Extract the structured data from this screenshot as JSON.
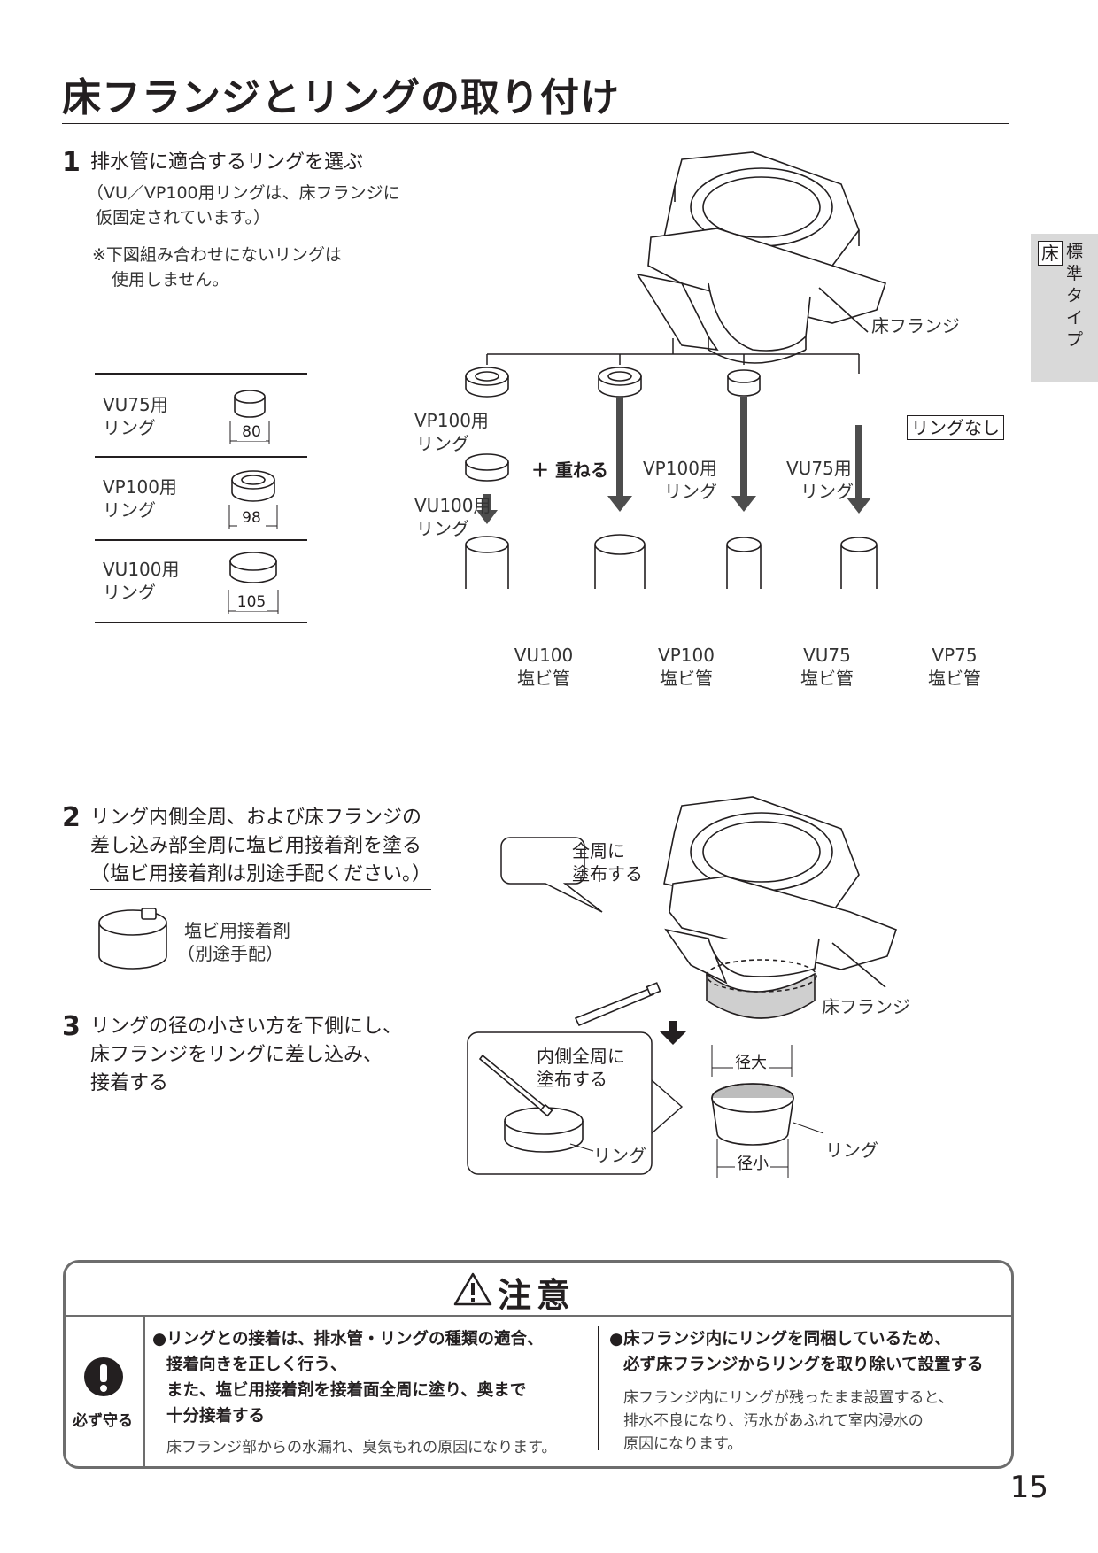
{
  "title": "床フランジとリングの取り付け",
  "side_tab": {
    "box": "床",
    "text": "標準タイプ"
  },
  "step1": {
    "num": "1",
    "heading": "排水管に適合するリングを選ぶ",
    "note1": "（VU／VP100用リングは、床フランジに",
    "note2": "仮固定されています。）",
    "note3": "※下図組み合わせにないリングは",
    "note4": "使用しません。"
  },
  "ring_table": [
    {
      "name1": "VU75用",
      "name2": "リング",
      "size": "80"
    },
    {
      "name1": "VP100用",
      "name2": "リング",
      "size": "98"
    },
    {
      "name1": "VU100用",
      "name2": "リング",
      "size": "105"
    }
  ],
  "diagram1": {
    "flange_label": "床フランジ",
    "col1_ring_a1": "VP100用",
    "col1_ring_a2": "リング",
    "col1_plus": "＋ 重ねる",
    "col1_ring_b1": "VU100用",
    "col1_ring_b2": "リング",
    "col2_ring1": "VP100用",
    "col2_ring2": "リング",
    "col3_ring1": "VU75用",
    "col3_ring2": "リング",
    "col4_ring": "リングなし",
    "pipes": [
      {
        "name": "VU100",
        "type": "塩ビ管"
      },
      {
        "name": "VP100",
        "type": "塩ビ管"
      },
      {
        "name": "VU75",
        "type": "塩ビ管"
      },
      {
        "name": "VP75",
        "type": "塩ビ管"
      }
    ]
  },
  "step2": {
    "num": "2",
    "line1": "リング内側全周、および床フランジの",
    "line2": "差し込み部全周に塩ビ用接着剤を塗る",
    "line3": "（塩ビ用接着剤は別途手配ください。）",
    "adhesive1": "塩ビ用接着剤",
    "adhesive2": "（別途手配）"
  },
  "step3": {
    "num": "3",
    "line1": "リングの径の小さい方を下側にし、",
    "line2": "床フランジをリングに差し込み、",
    "line3": "接着する"
  },
  "diagram2": {
    "callout_a1": "全周に",
    "callout_a2": "塗布する",
    "flange_label": "床フランジ",
    "callout_b1": "内側全周に",
    "callout_b2": "塗布する",
    "ring_label_a": "リング",
    "ring_label_b": "リング",
    "dia_large": "径大",
    "dia_small": "径小"
  },
  "caution": {
    "title": "注意",
    "must": "必ず守る",
    "left_b1": "●リングとの接着は、排水管・リングの種類の適合、",
    "left_b2": "接着向きを正しく行う、",
    "left_b3": "また、塩ビ用接着剤を接着面全周に塗り、奥まで",
    "left_b4": "十分接着する",
    "left_n1": "床フランジ部からの水漏れ、臭気もれの原因になります。",
    "right_b1": "●床フランジ内にリングを同梱しているため、",
    "right_b2": "必ず床フランジからリングを取り除いて設置する",
    "right_n1": "床フランジ内にリングが残ったまま設置すると、",
    "right_n2": "排水不良になり、汚水があふれて室内浸水の",
    "right_n3": "原因になります。"
  },
  "page_number": "15"
}
